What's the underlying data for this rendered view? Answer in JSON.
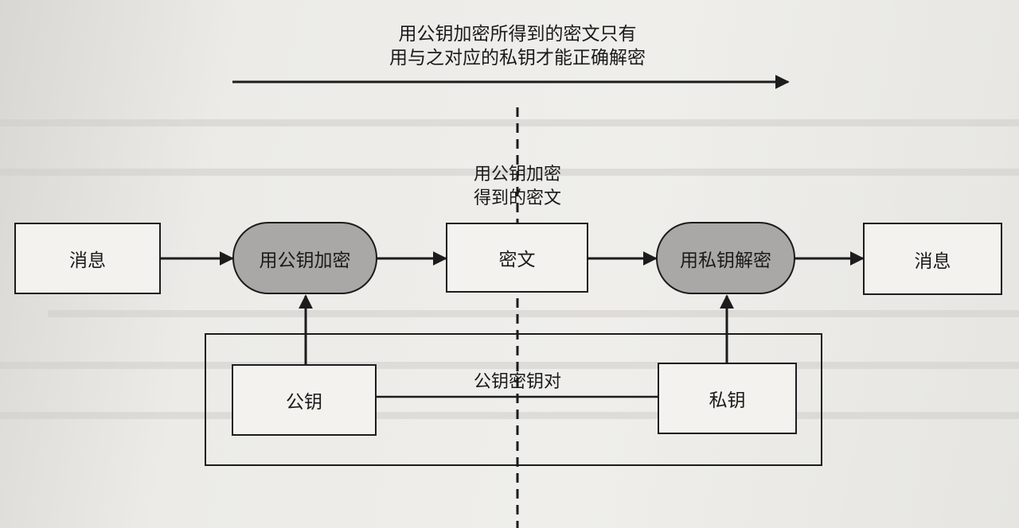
{
  "top_caption": {
    "line1": "用公钥加密所得到的密文只有",
    "line2": "用与之对应的私钥才能正确解密"
  },
  "middle_caption": {
    "line1": "用公钥加密",
    "line2": "得到的密文"
  },
  "nodes": {
    "message_left": "消息",
    "encrypt": "用公钥加密",
    "ciphertext": "密文",
    "decrypt": "用私钥解密",
    "message_right": "消息",
    "public_key": "公钥",
    "private_key": "私钥"
  },
  "key_pair_label": "公钥密钥对",
  "colors": {
    "ink": "#1c1c1c",
    "process_fill": "#a9a8a6",
    "box_fill": "#f3f2ee"
  }
}
